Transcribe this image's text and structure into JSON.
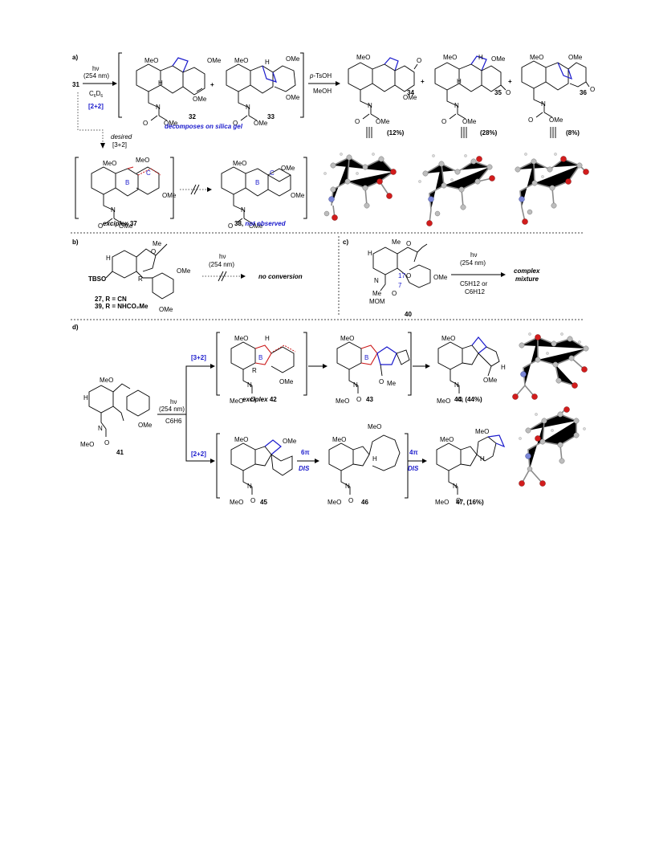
{
  "panels": {
    "a": "a)",
    "b": "b)",
    "c": "c)",
    "d": "d)"
  },
  "panel_a": {
    "start_compound": "31",
    "cond_hv": "hν",
    "cond_wavelength": "(254 nm)",
    "cond_solvent": "C",
    "cond_solvent_sub1": "6",
    "cond_solvent_mid": "D",
    "cond_solvent_sub2": "6",
    "mode_22": "[2+2]",
    "product_32": "32",
    "plus": "+",
    "product_33": "33",
    "decomposes": "decomposes on silica gel",
    "acid_reagent": "p-TsOH",
    "acid_solvent": "MeOH",
    "product_34": "34",
    "product_35": "35",
    "product_36": "36",
    "yield_34": "(12%)",
    "yield_35": "(28%)",
    "yield_36": "(8%)",
    "desired": "desired",
    "mode_32_desired": "[3+2]",
    "exciplex_37_italic": "exciplex",
    "exciplex_37_num": "37",
    "product_38_num": "38,",
    "not_observed": "not observed",
    "ring_B": "B",
    "ring_C": "C",
    "label_MeO": "MeO",
    "label_OMe": "OMe",
    "label_H": "H",
    "label_N": "N",
    "label_O": "O"
  },
  "panel_b": {
    "cond_hv": "hν",
    "cond_wavelength": "(254 nm)",
    "result": "no conversion",
    "tbso": "TBSO",
    "R": "R",
    "me": "Me",
    "compound_27": "27, R = CN",
    "compound_39": "39, R = NHCO₂Me",
    "OMe": "OMe"
  },
  "panel_c": {
    "cond_hv": "hν",
    "cond_wavelength": "(254 nm)",
    "solvent_line1": "C5H12 or",
    "solvent_line2": "C6H12",
    "result_line1": "complex",
    "result_line2": "mixture",
    "compound_40": "40",
    "pos_17": "17",
    "pos_7": "7",
    "mom": "MOM",
    "me": "Me",
    "OMe": "OMe"
  },
  "panel_d": {
    "start_compound": "41",
    "cond_hv": "hν",
    "cond_wavelength": "(254 nm)",
    "cond_solvent": "C6H6",
    "mode_32": "[3+2]",
    "mode_22": "[2+2]",
    "exciplex_42_italic": "exciplex",
    "exciplex_42_num": "42",
    "product_43": "43",
    "product_44": "44, (44%)",
    "product_45": "45",
    "step_6pi": "6π",
    "step_6pi_mode": "DIS",
    "product_46": "46",
    "step_4pi": "4π",
    "step_4pi_mode": "DIS",
    "product_47": "47, (16%)",
    "ring_B": "B",
    "MeO": "MeO",
    "OMe": "OMe",
    "H": "H"
  }
}
